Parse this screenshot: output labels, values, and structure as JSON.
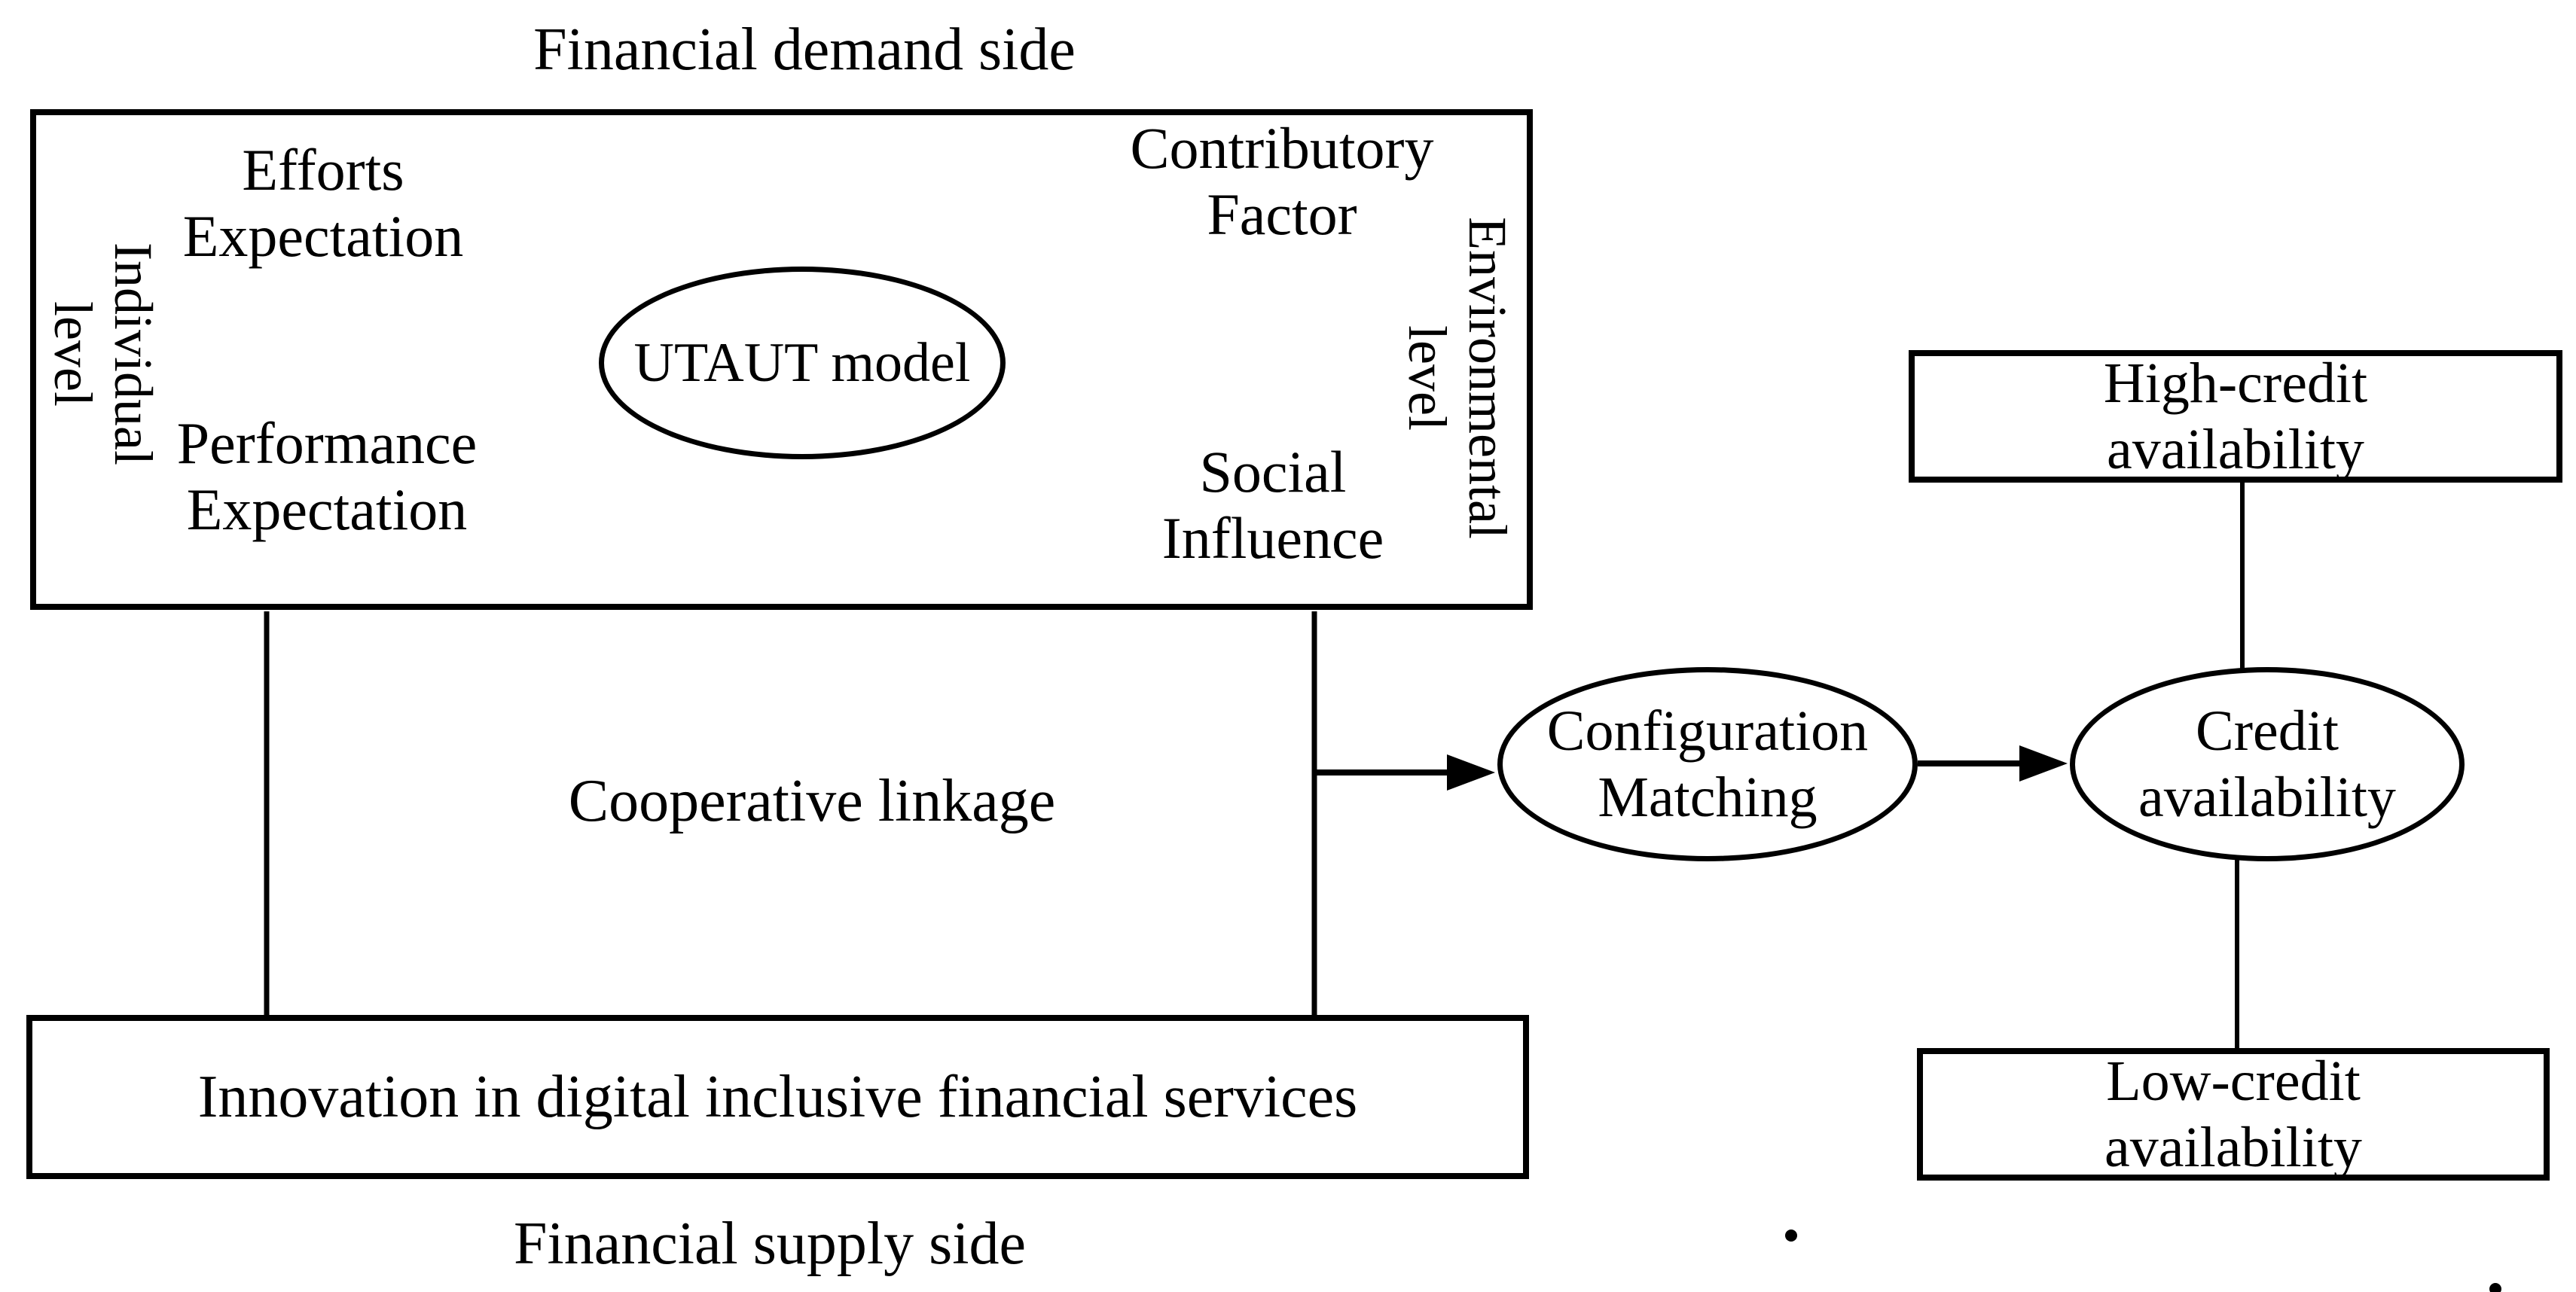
{
  "colors": {
    "ink": "#000000",
    "background": "#ffffff"
  },
  "titles": {
    "demand": "Financial demand side",
    "supply": "Financial supply side"
  },
  "demand_box": {
    "individual_axis": {
      "line1": "Individual",
      "line2": "level"
    },
    "environmental_axis": {
      "line1": "Environmental",
      "line2": "level"
    },
    "efforts": {
      "line1": "Efforts",
      "line2": "Expectation"
    },
    "performance": {
      "line1": "Performance",
      "line2": "Expectation"
    },
    "contributory": {
      "line1": "Contributory",
      "line2": "Factor"
    },
    "social": {
      "line1": "Social",
      "line2": "Influence"
    },
    "model_label": "UTAUT model"
  },
  "linkage": {
    "label": "Cooperative linkage"
  },
  "supply_box": {
    "label": "Innovation in digital inclusive financial services"
  },
  "matching_ellipse": {
    "line1": "Configuration",
    "line2": "Matching"
  },
  "credit_ellipse": {
    "line1": "Credit",
    "line2": "availability"
  },
  "high_credit_box": {
    "line1": "High-credit",
    "line2": "availability"
  },
  "low_credit_box": {
    "line1": "Low-credit",
    "line2": "availability"
  }
}
